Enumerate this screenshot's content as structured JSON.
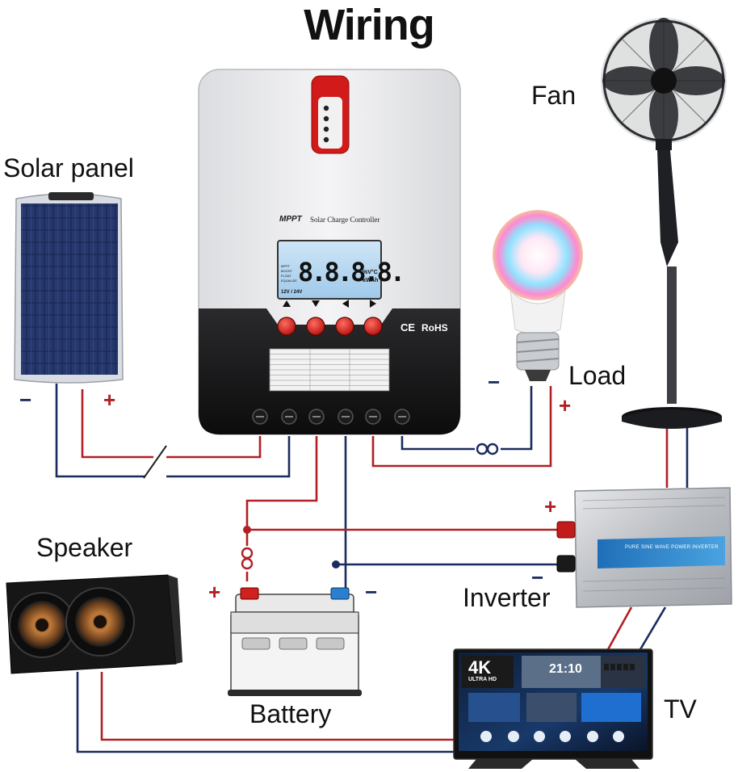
{
  "title": "Wiring",
  "labels": {
    "solar_panel": "Solar panel",
    "fan": "Fan",
    "load": "Load",
    "speaker": "Speaker",
    "inverter": "Inverter",
    "battery": "Battery",
    "tv": "TV"
  },
  "polarity": {
    "plus": "+",
    "minus": "−"
  },
  "controller": {
    "brand_text": "MPPT",
    "product_text": "Solar Charge Controller",
    "lcd_digits": "8.8.8.8.",
    "lcd_units_top": "%V°C",
    "lcd_units_bottom": "kWAh",
    "lcd_modes": [
      "MPPT",
      "BOOST",
      "FLOAT",
      "EQUALIZE"
    ],
    "lcd_voltage": "12V / 24V",
    "cert_ce": "CE",
    "cert_rohs": "RoHS"
  },
  "inverter": {
    "panel_text": "PURE SINE WAVE POWER INVERTER"
  },
  "tv": {
    "badge_main": "4K",
    "badge_sub": "ULTRA HD",
    "clock": "21:10"
  },
  "colors": {
    "positive_wire": "#b02024",
    "negative_wire": "#1a2b5e"
  }
}
